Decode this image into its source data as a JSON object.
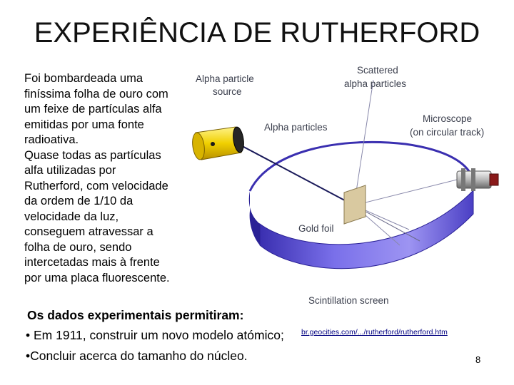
{
  "slide": {
    "title": "EXPERIÊNCIA DE RUTHERFORD",
    "body_lines": [
      "Foi bombardeada uma",
      "finíssima folha de ouro com",
      "um feixe de partículas alfa",
      "emitidas por uma fonte",
      "radioativa.",
      "Quase todas as partículas",
      "alfa utilizadas por",
      "Rutherford, com velocidade",
      "da ordem de 1/10 da",
      "velocidade da luz,",
      "conseguem atravessar a",
      "folha de ouro, sendo",
      "intercetadas mais à frente",
      "por uma placa fluorescente."
    ],
    "conclusions_heading": "Os dados experimentais permitiram:",
    "bullets": [
      "• Em 1911, construir um novo modelo atómico;",
      "•Concluir acerca do tamanho do núcleo."
    ],
    "source_link": "br.geocities.com/.../rutherford/rutherford.htm",
    "page_number": "8"
  },
  "figure": {
    "labels": {
      "alpha_source_line1": "Alpha particle",
      "alpha_source_line2": "source",
      "scattered_line1": "Scattered",
      "scattered_line2": "alpha particles",
      "alpha_particles": "Alpha particles",
      "microscope_line1": "Microscope",
      "microscope_line2": "(on circular track)",
      "gold_foil": "Gold foil",
      "scintillation_screen": "Scintillation screen"
    },
    "colors": {
      "screen_band": "#6f63e0",
      "screen_band_dark": "#3a2fb0",
      "source_cylinder": "#f0d000",
      "foil": "#d9c9a0"
    }
  }
}
